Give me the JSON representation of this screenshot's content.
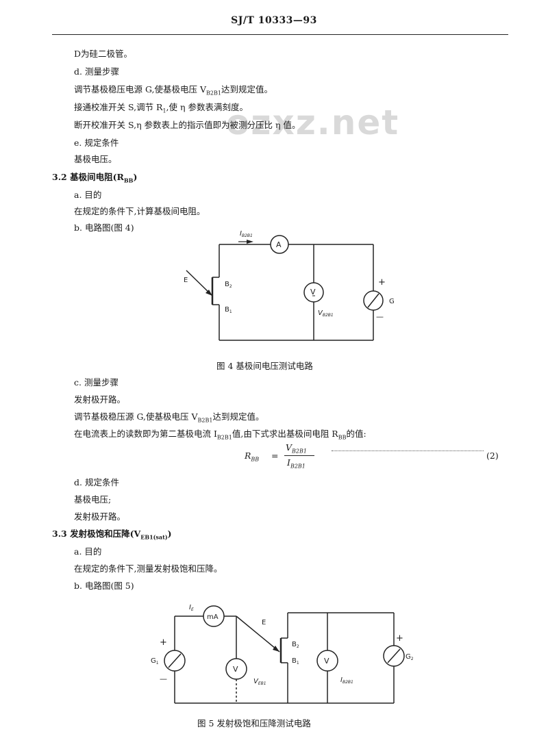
{
  "header": {
    "standard_code": "SJ/T 10333—93"
  },
  "watermark": "ozxz.net",
  "section_3_1_tail": {
    "line1": "D为硅二极管。",
    "step_d": "d.  测量步骤",
    "p1": "调节基极稳压电源 G,使基极电压 V",
    "p1_sub": "B2B1",
    "p1_tail": "达到规定值。",
    "p2": "接通校准开关 S,调节 R",
    "p2_sub": "1",
    "p2_tail": ",使 η 参数表满刻度。",
    "p3": "断开校准开关 S,η 参数表上的指示值即为被测分压比 η 值。",
    "step_e": "e.  规定条件",
    "p4": "基极电压。"
  },
  "section_3_2": {
    "heading": "3.2  基极间电阻(R",
    "heading_sub": "BB",
    "heading_tail": ")",
    "a": "a.  目的",
    "a_text": "在规定的条件下,计算基极间电阻。",
    "b": "b.  电路图(图 4)",
    "figure_caption": "图 4   基极间电压测试电路",
    "fig": {
      "label_current": "I",
      "label_current_sub": "B2B1",
      "label_A": "A",
      "label_V": "V",
      "label_E": "E",
      "label_B2": "B",
      "label_B2_sub": "2",
      "label_B1": "B",
      "label_B1_sub": "1",
      "label_Vb": "V",
      "label_Vb_sub": "B2B1",
      "label_G": "G",
      "plus": "+",
      "minus": "—"
    },
    "c": "c.  测量步骤",
    "c1": "发射极开路。",
    "c2": "调节基极稳压源 G,使基极电压 V",
    "c2_sub": "B2B1",
    "c2_tail": "达到规定值。",
    "c3": "在电流表上的读数即为第二基极电流 I",
    "c3_sub": "B2B1",
    "c3_tail": "值,由下式求出基极间电阻 R",
    "c3_sub2": "BB",
    "c3_tail2": "的值:",
    "formula_lhs": "R",
    "formula_lhs_sub": "BB",
    "formula_eq": "=",
    "formula_num": "V",
    "formula_num_sub": "B2B1",
    "formula_den": "I",
    "formula_den_sub": "B2B1",
    "formula_no": "(2)",
    "d": "d.  规定条件",
    "d1": "基极电压;",
    "d2": "发射极开路。"
  },
  "section_3_3": {
    "heading": "3.3  发射极饱和压降(V",
    "heading_sub": "EB1(sat)",
    "heading_tail": ")",
    "a": "a.  目的",
    "a_text": "在规定的条件下,测量发射极饱和压降。",
    "b": "b.  电路图(图 5)",
    "figure_caption": "图 5   发射极饱和压降测试电路",
    "fig": {
      "label_IE": "I",
      "label_IE_sub": "E",
      "label_mA": "mA",
      "label_E": "E",
      "label_B2": "B",
      "label_B2_sub": "2",
      "label_B1": "B",
      "label_B1_sub": "1",
      "label_G1": "G",
      "label_G1_sub": "1",
      "label_G2": "G",
      "label_G2_sub": "2",
      "label_V": "V",
      "label_Veb": "V",
      "label_Veb_sub": "EB1",
      "label_Ib": "I",
      "label_Ib_sub": "B2B1",
      "plus": "+",
      "minus": "—"
    }
  }
}
